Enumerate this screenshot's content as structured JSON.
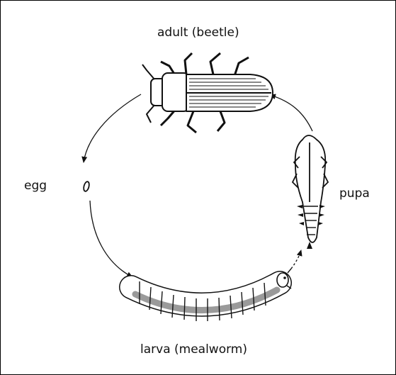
{
  "labels": {
    "adult": "adult (beetle)",
    "egg": "egg",
    "pupa": "pupa",
    "larva": "larva (mealworm)"
  },
  "colors": {
    "ink": "#111111",
    "background": "#ffffff",
    "larva_shade": "#9a9a9a"
  }
}
